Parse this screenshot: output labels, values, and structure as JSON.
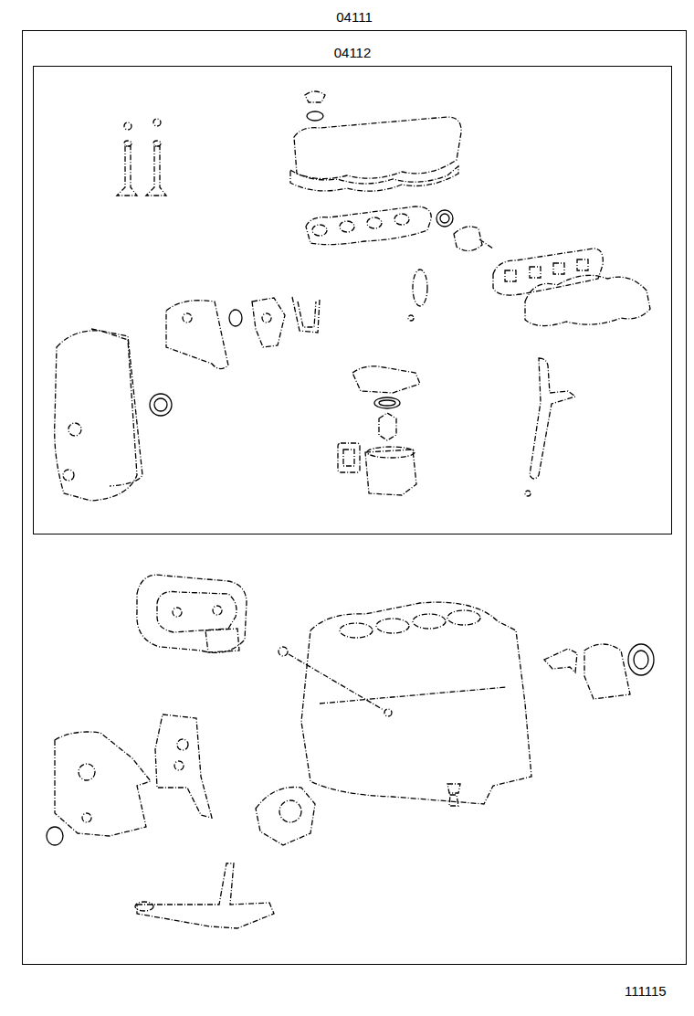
{
  "diagram": {
    "nodes": [
      {
        "text": [
          "04111"
        ]
      },
      {
        "text": [
          "04112"
        ],
        "in": 0
      }
    ],
    "labels": [
      "111115"
    ]
  }
}
